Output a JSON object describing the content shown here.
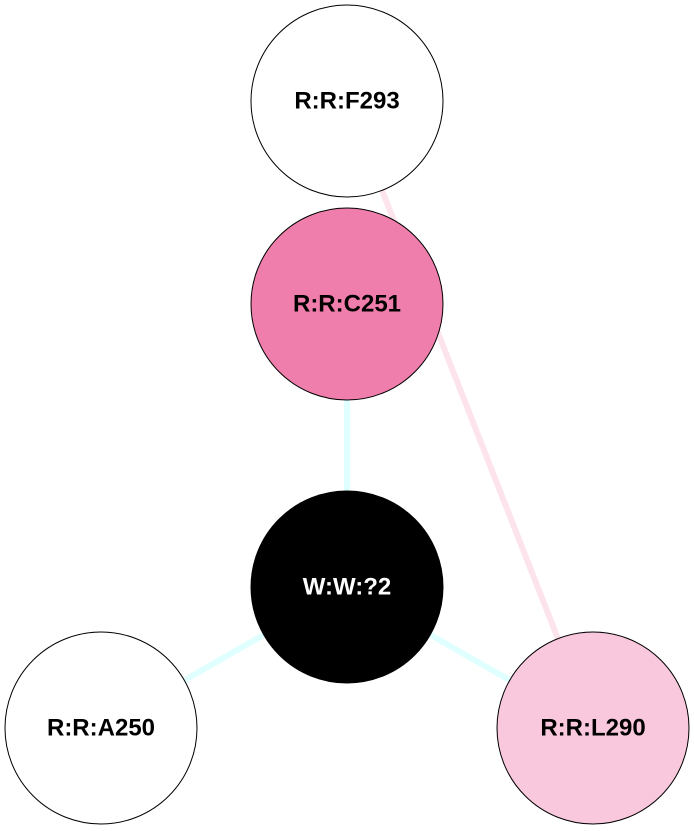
{
  "nodes": [
    {
      "id": "F293",
      "label": "R:R:F293",
      "fill": "#ffffff",
      "text_color": "#000000"
    },
    {
      "id": "C251",
      "label": "R:R:C251",
      "fill": "#f07eac",
      "text_color": "#000000"
    },
    {
      "id": "W2",
      "label": "W:W:?2",
      "fill": "#000000",
      "text_color": "#ffffff"
    },
    {
      "id": "A250",
      "label": "R:R:A250",
      "fill": "#ffffff",
      "text_color": "#000000"
    },
    {
      "id": "L290",
      "label": "R:R:L290",
      "fill": "#f9c8dd",
      "text_color": "#000000"
    }
  ],
  "edges": [
    {
      "source": "F293",
      "target": "L290",
      "color": "#fde4ec"
    },
    {
      "source": "C251",
      "target": "W2",
      "color": "#e0ffff"
    },
    {
      "source": "W2",
      "target": "A250",
      "color": "#e0ffff"
    },
    {
      "source": "W2",
      "target": "L290",
      "color": "#e0ffff"
    }
  ]
}
